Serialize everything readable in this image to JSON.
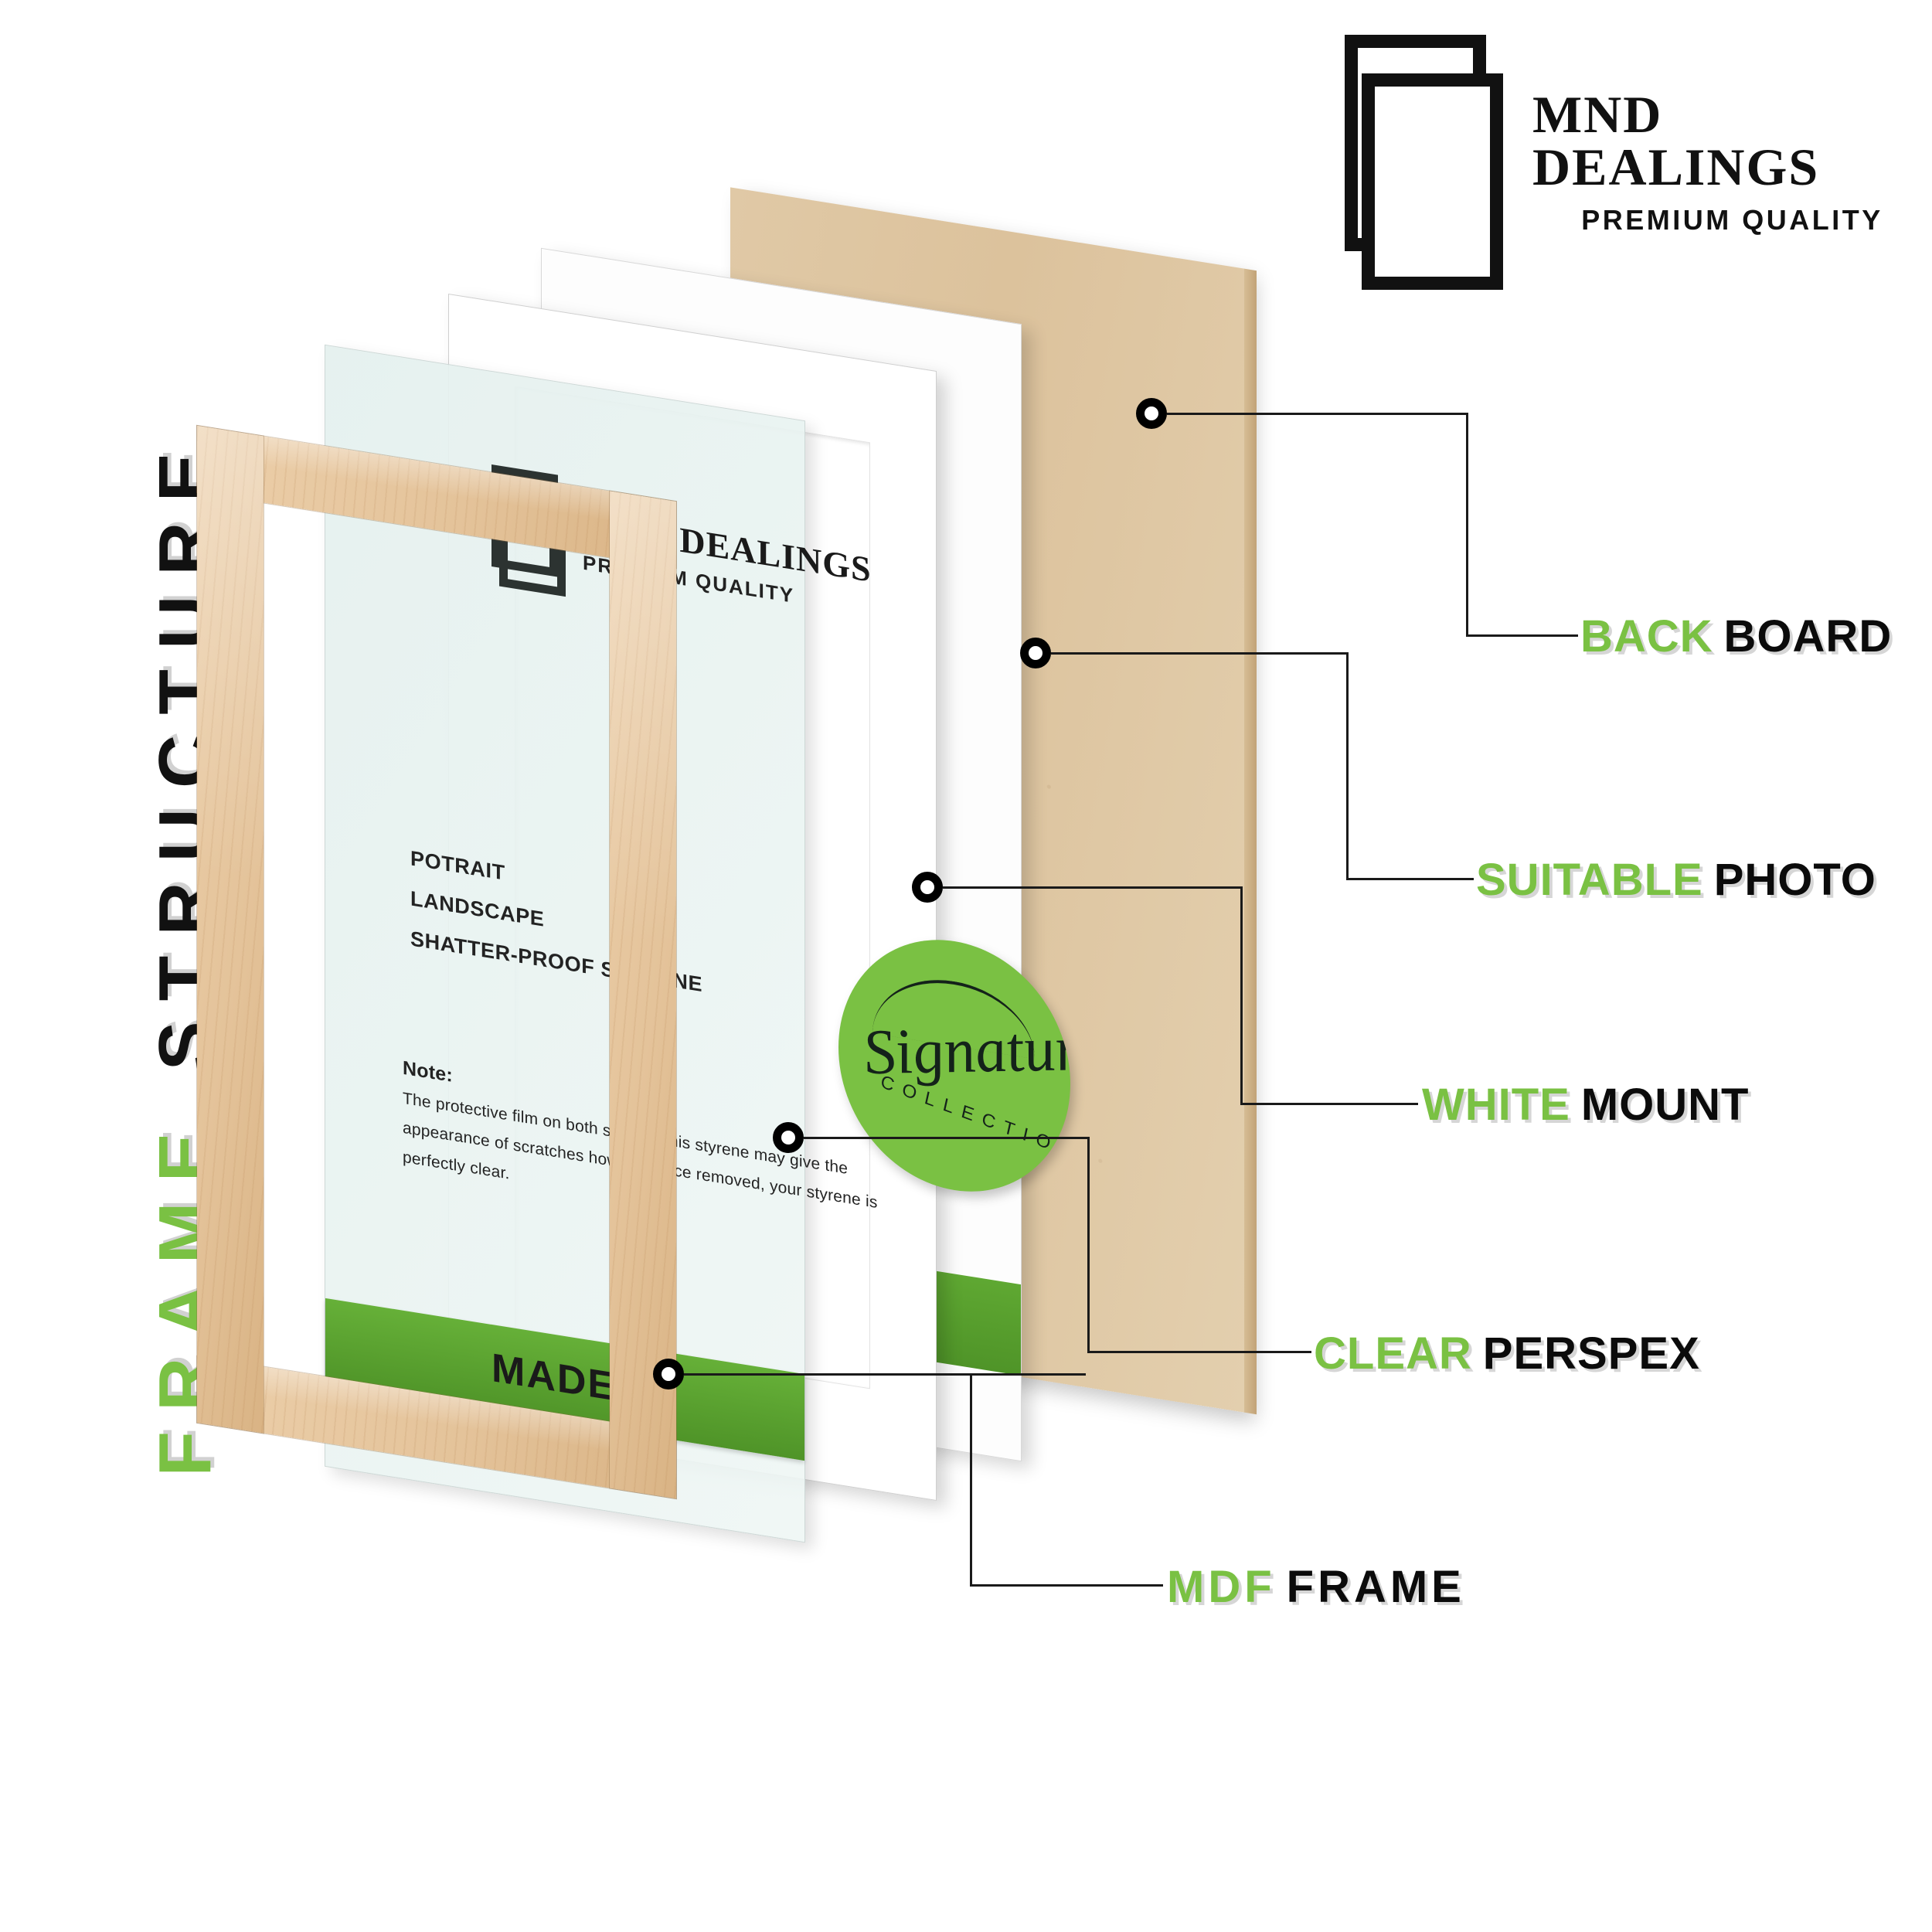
{
  "brand": {
    "name": "MND DEALINGS",
    "tagline": "PREMIUM QUALITY",
    "logo_icon": "double-rectangle-frame-logo"
  },
  "title": {
    "word_black": "STRUCTURE",
    "word_green": "FRAME",
    "full": "FRAME STRUCTURE",
    "orientation": "vertical-rotated-90ccw"
  },
  "colors": {
    "accent_green": "#7ac143",
    "banner_green": "#4f9428",
    "text_black": "#0b0b0b",
    "mdf_tan": "#dcc29c",
    "wood_beech": "#e4c39a",
    "perspex_tint": "#e4f0ee"
  },
  "callouts": [
    {
      "green": "BACK",
      "black": "BOARD",
      "layer": "mdf-backboard"
    },
    {
      "green": "SUITABLE",
      "black": "PHOTO",
      "layer": "photo-sheet"
    },
    {
      "green": "WHITE",
      "black": "MOUNT",
      "layer": "white-mount"
    },
    {
      "green": "CLEAR",
      "black": "PERSPEX",
      "layer": "clear-perspex"
    },
    {
      "green": "MDF",
      "black": "FRAME",
      "layer": "wooden-frame"
    }
  ],
  "perspex_print": {
    "logo_name": "MND DEALINGS",
    "logo_tagline": "PREMIUM QUALITY",
    "features": [
      "POTRAIT",
      "LANDSCAPE",
      "SHATTER-PROOF STYRENE"
    ],
    "note_heading": "Note:",
    "note_body": "The protective film on both sides of this styrene may give the appearance of scratches however once removed, your styrene is perfectly clear.",
    "banner_text": "MADE IN"
  },
  "sticker": {
    "script_text": "Signature",
    "arc_text": "COLLECTION"
  },
  "layers": [
    "mdf-backboard",
    "photo-sheet",
    "white-mount",
    "clear-perspex",
    "wooden-frame"
  ]
}
